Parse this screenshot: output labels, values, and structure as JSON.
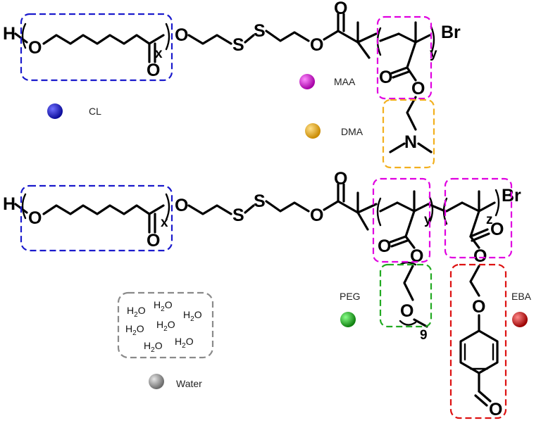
{
  "colors": {
    "cl": "#1a1acc",
    "maa": "#e000e0",
    "dma": "#f2b01e",
    "peg": "#22aa22",
    "eba": "#dd1111",
    "water": "#8a8a8a"
  },
  "atoms": {
    "h": "H",
    "o": "O",
    "s": "S",
    "n": "N",
    "br": "Br"
  },
  "subscripts": {
    "x": "x",
    "y": "y",
    "z": "z",
    "nine": "9"
  },
  "legend": {
    "cl": "CL",
    "maa": "MAA",
    "dma": "DMA",
    "peg": "PEG",
    "eba": "EBA",
    "water": "Water"
  },
  "water_labels": [
    "H2O",
    "H2O",
    "H2O",
    "H2O",
    "H2O",
    "H2O",
    "H2O"
  ]
}
